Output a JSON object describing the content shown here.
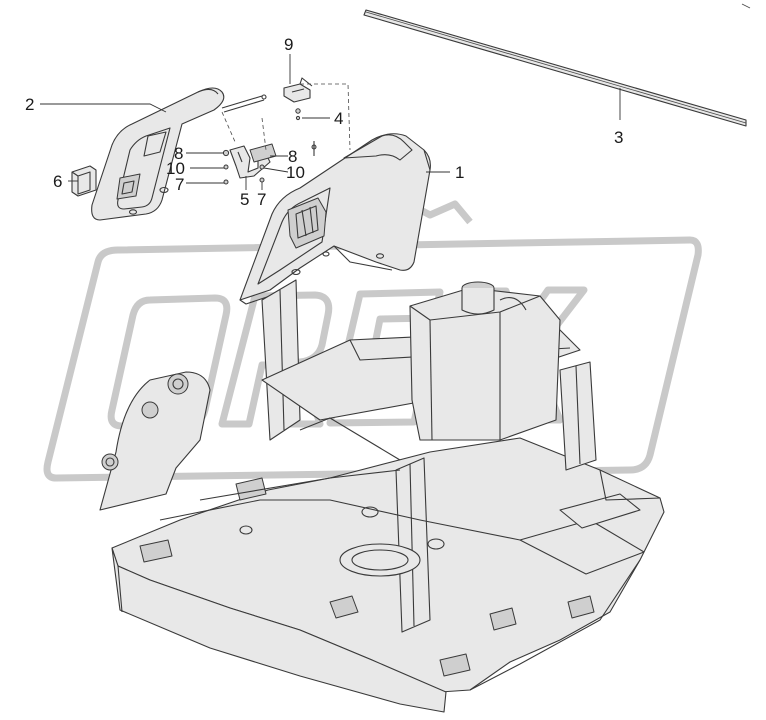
{
  "diagram": {
    "type": "exploded-parts-view",
    "watermark": "OREX",
    "callouts": [
      {
        "id": "c1",
        "label": "1"
      },
      {
        "id": "c2",
        "label": "2"
      },
      {
        "id": "c3",
        "label": "3"
      },
      {
        "id": "c4",
        "label": "4"
      },
      {
        "id": "c5",
        "label": "5"
      },
      {
        "id": "c6",
        "label": "6"
      },
      {
        "id": "c7a",
        "label": "7"
      },
      {
        "id": "c7b",
        "label": "7"
      },
      {
        "id": "c8a",
        "label": "8"
      },
      {
        "id": "c8b",
        "label": "8"
      },
      {
        "id": "c9",
        "label": "9"
      },
      {
        "id": "c10a",
        "label": "10"
      },
      {
        "id": "c10b",
        "label": "10"
      }
    ]
  }
}
